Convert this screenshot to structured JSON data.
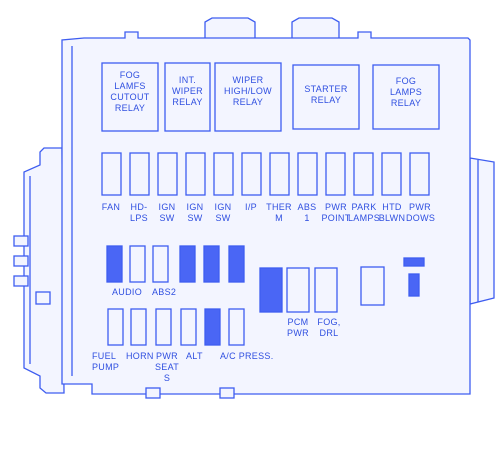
{
  "diagram": {
    "line_color": "#3e5df0",
    "fill_color": "#f3f5ff",
    "filled_fuse_color": "#4a66f5",
    "relays": [
      {
        "label": "FOG\nLAMFS\nCUTOUT\nRELAY"
      },
      {
        "label": "INT.\nWIPER\nRELAY"
      },
      {
        "label": "WIPER\nHIGH/LOW\nRELAY"
      },
      {
        "label": "STARTER\nRELAY"
      },
      {
        "label": "FOG\nLAMPS\nRELAY"
      }
    ],
    "top_fuse_labels": [
      "FAN",
      "HD-\nLPS",
      "IGN\nSW",
      "IGN\nSW",
      "IGN\nSW",
      "I/P",
      "THER\nM",
      "ABS\n1",
      "PWR\nPOINT",
      "PARK\nLAMPS",
      "HTD\nBLWN",
      "PWR\nDOWS"
    ],
    "middle_labels": {
      "audio": "AUDIO",
      "abs2": "ABS2"
    },
    "bottom_labels": {
      "fuel_pump": "FUEL\nPUMP",
      "horn": "HORN",
      "pwr_seats": "PWR\nSEAT\nS",
      "alt": "ALT",
      "ac_press": "A/C PRESS."
    },
    "relay_labels": {
      "pcm_pwr": "PCM\nPWR",
      "fog_drl": "FOG,\nDRL"
    }
  }
}
